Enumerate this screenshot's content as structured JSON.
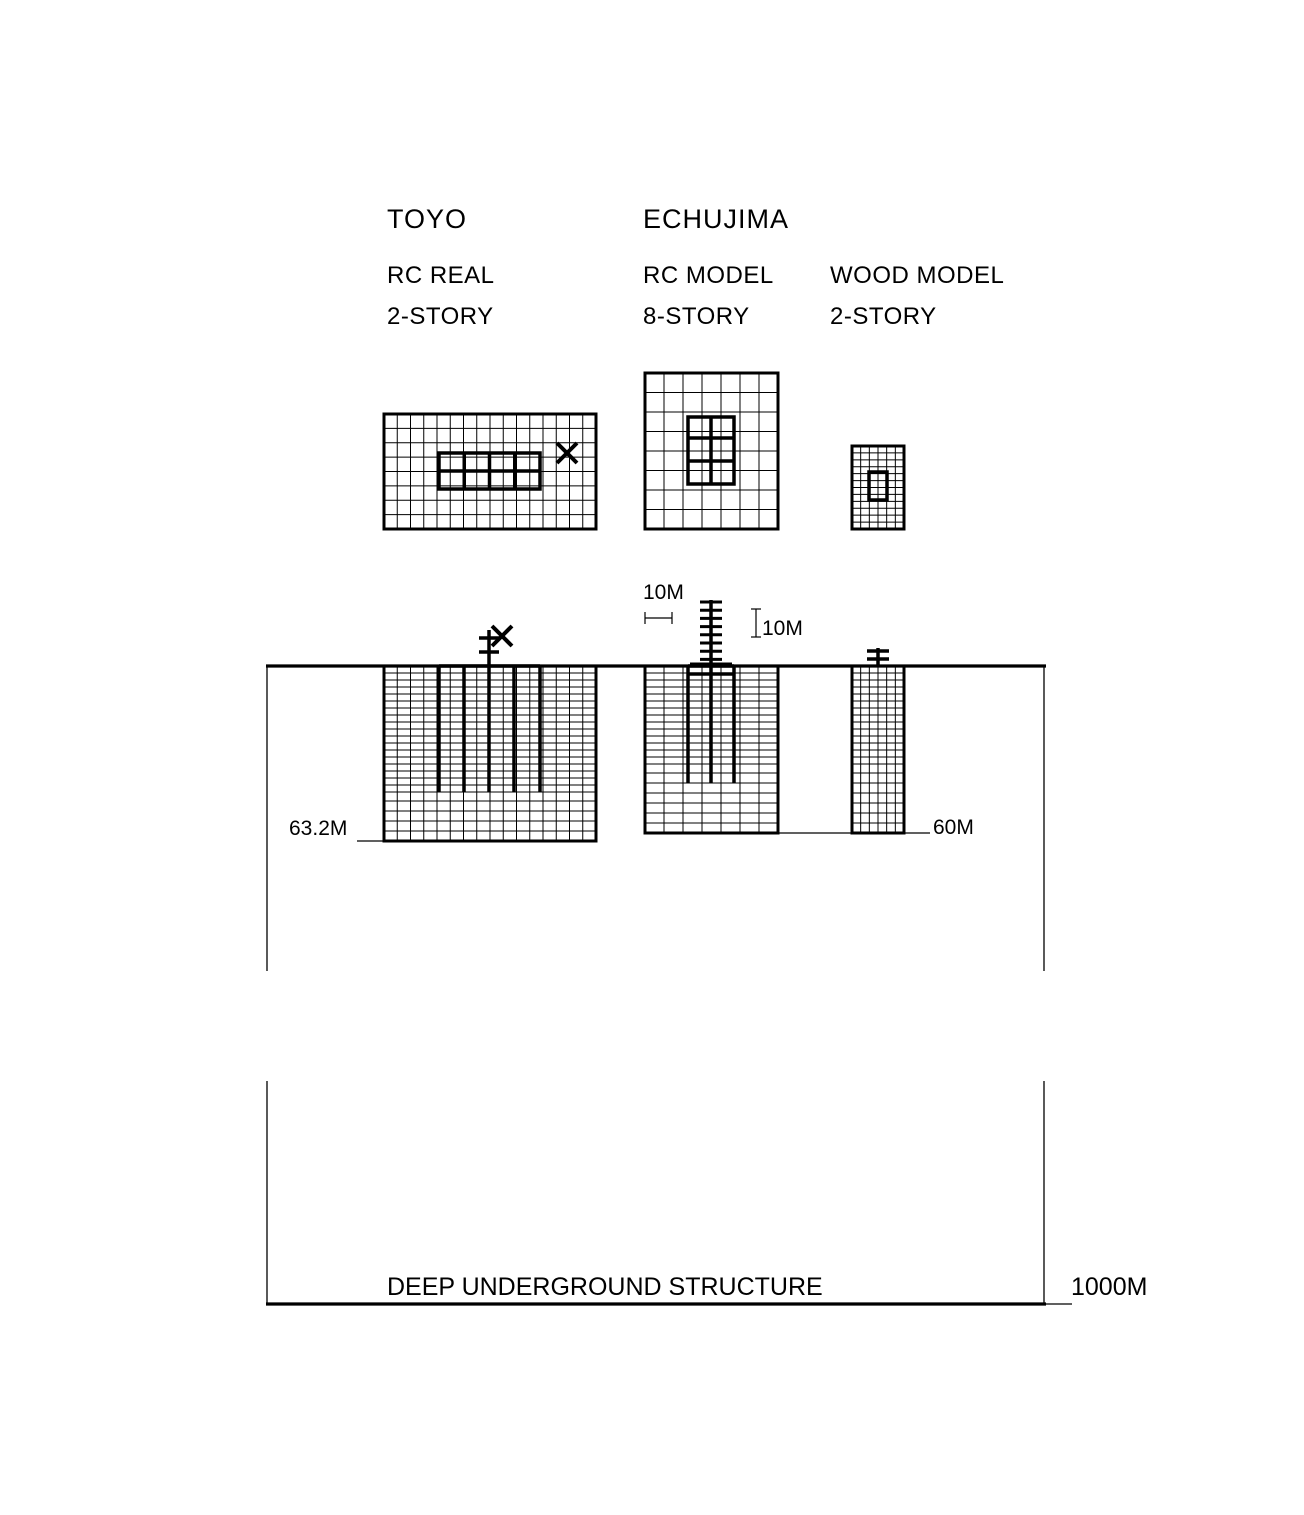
{
  "labels": {
    "toyo": "TOYO",
    "echujima": "ECHUJIMA",
    "rc_real": "RC REAL",
    "rc_real_story": "2-STORY",
    "rc_model": "RC MODEL",
    "rc_model_story": "8-STORY",
    "wood_model": "WOOD MODEL",
    "wood_model_story": "2-STORY",
    "scale_horizontal": "10M",
    "scale_vertical": "10M",
    "depth_toyo": "63.2M",
    "depth_echujima": "60M",
    "depth_deep": "1000M",
    "deep_structure": "DEEP UNDERGROUND STRUCTURE"
  },
  "colors": {
    "ink": "#000000",
    "background": "#ffffff"
  }
}
